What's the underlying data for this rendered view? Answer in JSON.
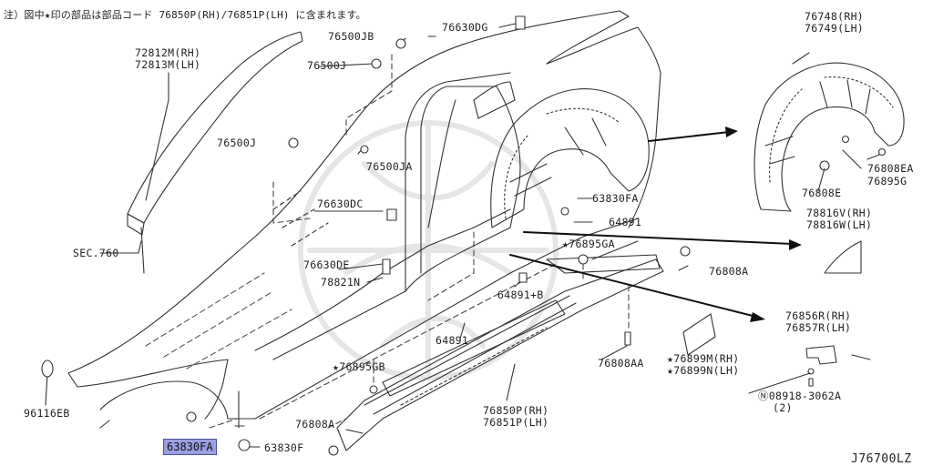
{
  "note": "注）図中★印の部品は部品コード 76850P(RH)/76851P(LH) に含まれます。",
  "diagram_code": "J76700LZ",
  "highlight_color": "#9aa0e0",
  "labels": {
    "p72812": [
      "72812M(RH)",
      "72813M(LH)"
    ],
    "sec760": "SEC.760",
    "p96116": "96116EB",
    "p63830fa_hl": "63830FA",
    "p63830f": "63830F",
    "p76808a_bl": "76808A",
    "p76895gb": "★76895GB",
    "p64891_b": "64891",
    "p76850": [
      "76850P(RH)",
      "76851P(LH)"
    ],
    "p76808aa": "76808AA",
    "p76899": [
      "★76899M(RH)",
      "★76899N(LH)"
    ],
    "p08918": [
      "Ⓝ08918-3062A",
      "(2)"
    ],
    "p76856": [
      "76856R(RH)",
      "76857R(LH)"
    ],
    "p76808a_r": "76808A",
    "p76895ga": "★76895GA",
    "p64891_t": "64891",
    "p63830fa_m": "63830FA",
    "p64891b": "64891+B",
    "p78816": [
      "78816V(RH)",
      "78816W(LH)"
    ],
    "p76808e": "76808E",
    "p76895g": "76895G",
    "p76808ea": "76808EA",
    "p76748": [
      "76748(RH)",
      "76749(LH)"
    ],
    "p76630dg": "76630DG",
    "p76500jb": "76500JB",
    "p76500j_t": "76500J",
    "p76500j_m": "76500J",
    "p76500ja": "76500JA",
    "p76630dc": "76630DC",
    "p76630de": "76630DE",
    "p78821n": "78821N"
  }
}
